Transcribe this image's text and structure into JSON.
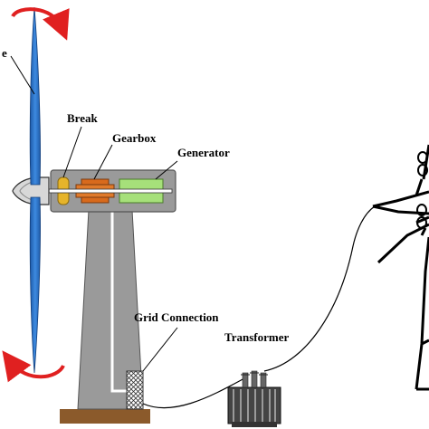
{
  "labels": {
    "blade": "e",
    "brake": "Break",
    "gearbox": "Gearbox",
    "generator": "Generator",
    "grid_connection": "Grid Connection",
    "transformer": "Transformer"
  },
  "colors": {
    "blade": "#2b73c7",
    "rotation_arrow": "#e02020",
    "nacelle": "#9a9a9a",
    "tower": "#9a9a9a",
    "brake": "#e6b42a",
    "gearbox": "#d86a1c",
    "generator": "#a6e07a",
    "foundation": "#8b5a2b",
    "transformer": "#444444"
  },
  "icons": [
    "rotation-arrow-icon",
    "hub-icon",
    "transformer-icon",
    "transmission-tower-icon"
  ]
}
